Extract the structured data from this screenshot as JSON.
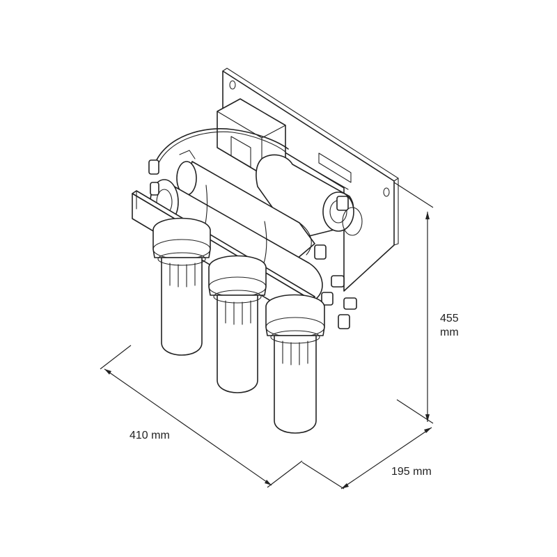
{
  "dimensions": {
    "width": "410 mm",
    "depth": "195 mm",
    "height_value": "455",
    "height_unit": "mm"
  },
  "colors": {
    "line": "#222222",
    "background": "#ffffff"
  }
}
